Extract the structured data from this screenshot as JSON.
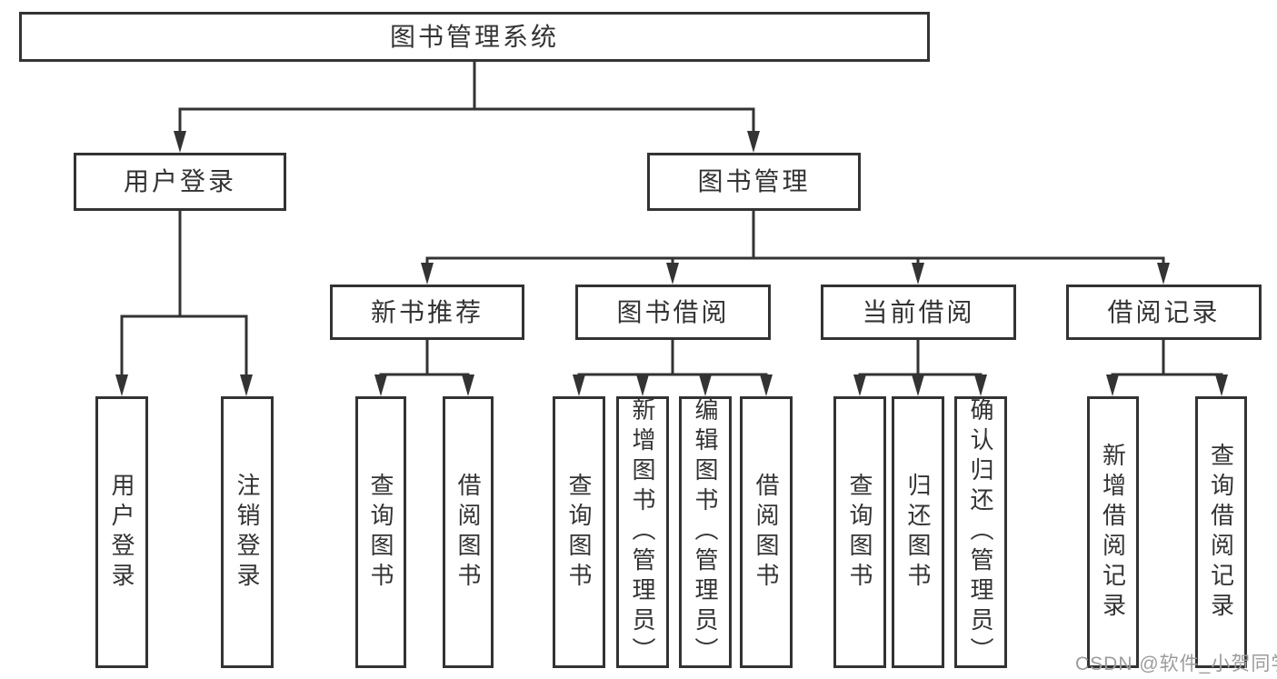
{
  "tree": {
    "label": "图书管理系统",
    "children": [
      {
        "label": "用户登录",
        "children": [
          {
            "label": "用户登录"
          },
          {
            "label": "注销登录"
          }
        ]
      },
      {
        "label": "图书管理",
        "children": [
          {
            "label": "新书推荐",
            "children": [
              {
                "label": "查询图书"
              },
              {
                "label": "借阅图书"
              }
            ]
          },
          {
            "label": "图书借阅",
            "children": [
              {
                "label": "查询图书"
              },
              {
                "label": "新增图书（管理员）"
              },
              {
                "label": "编辑图书（管理员）"
              },
              {
                "label": "借阅图书"
              }
            ]
          },
          {
            "label": "当前借阅",
            "children": [
              {
                "label": "查询图书"
              },
              {
                "label": "归还图书"
              },
              {
                "label": "确认归还（管理员）"
              }
            ]
          },
          {
            "label": "借阅记录",
            "children": [
              {
                "label": "新增借阅记录"
              },
              {
                "label": "查询借阅记录"
              }
            ]
          }
        ]
      }
    ]
  },
  "watermark": {
    "text": "CSDN @软件_小贺同学"
  },
  "colors": {
    "line": "#333333",
    "text": "#333333",
    "box_background": "#ffffff",
    "watermark": "#9c9c9c",
    "background": "#ffffff"
  }
}
